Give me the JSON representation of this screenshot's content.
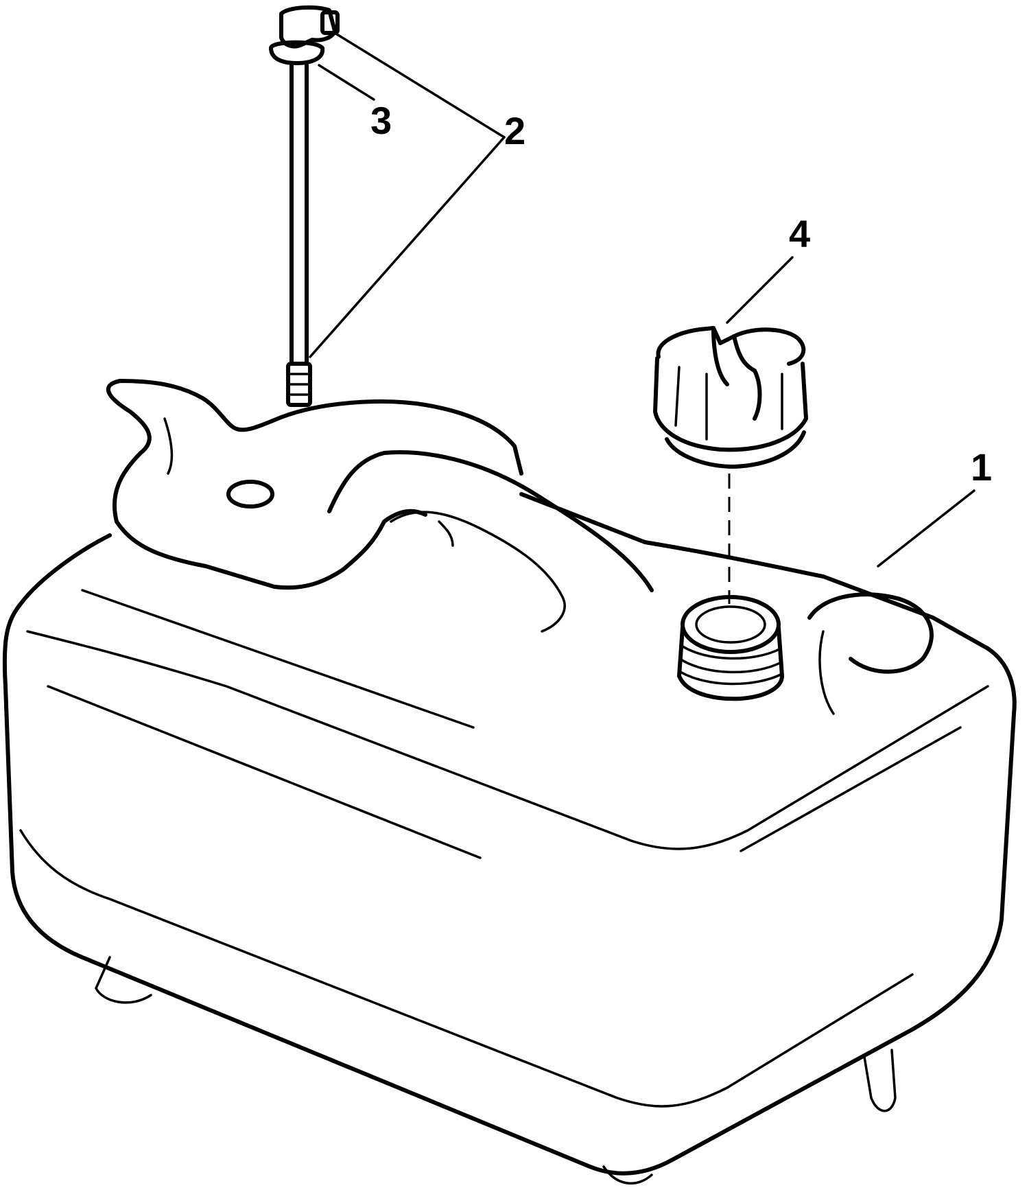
{
  "callouts": {
    "part_1": "1",
    "part_2": "2",
    "part_3": "3",
    "part_4": "4"
  },
  "parts": [
    {
      "id": "1",
      "icon": "fuel-tank-icon"
    },
    {
      "id": "2",
      "icon": "pickup-tube-icon"
    },
    {
      "id": "3",
      "icon": "gasket-icon"
    },
    {
      "id": "4",
      "icon": "filler-cap-icon"
    }
  ],
  "colors": {
    "ink": "#000000",
    "background": "#ffffff"
  }
}
